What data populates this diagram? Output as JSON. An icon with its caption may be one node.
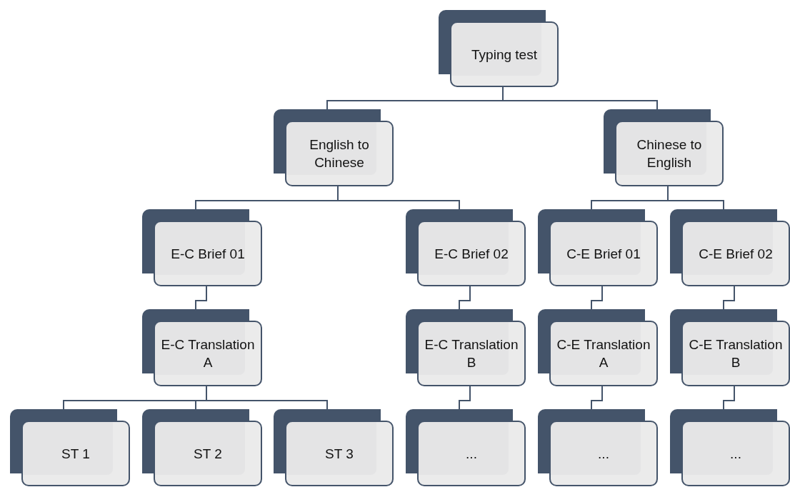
{
  "diagram": {
    "nodes": [
      {
        "text": [
          "Typing test"
        ]
      },
      {
        "text": [
          "English to Chinese"
        ]
      },
      {
        "text": [
          "Chinese to English"
        ]
      },
      {
        "text": [
          "E-C Brief 01"
        ]
      },
      {
        "text": [
          "E-C Brief 02"
        ]
      },
      {
        "text": [
          "C-E Brief 01"
        ]
      },
      {
        "text": [
          "C-E Brief 02"
        ]
      },
      {
        "text": [
          "E-C Translation A"
        ]
      },
      {
        "text": [
          "E-C Translation B"
        ]
      },
      {
        "text": [
          "C-E Translation A"
        ]
      },
      {
        "text": [
          "C-E Translation B"
        ]
      },
      {
        "text": [
          "ST 1"
        ]
      },
      {
        "text": [
          "ST 2"
        ]
      },
      {
        "text": [
          "ST 3"
        ]
      },
      {
        "text": [
          "..."
        ]
      },
      {
        "text": [
          "..."
        ]
      },
      {
        "text": [
          "..."
        ]
      }
    ],
    "edges": [
      {
        "from": 0,
        "to": 1,
        "arrow": "none"
      },
      {
        "from": 0,
        "to": 2,
        "arrow": "none"
      },
      {
        "from": 1,
        "to": 3,
        "arrow": "none"
      },
      {
        "from": 1,
        "to": 4,
        "arrow": "none"
      },
      {
        "from": 2,
        "to": 5,
        "arrow": "none"
      },
      {
        "from": 2,
        "to": 6,
        "arrow": "none"
      },
      {
        "from": 3,
        "to": 7,
        "arrow": "none"
      },
      {
        "from": 4,
        "to": 8,
        "arrow": "none"
      },
      {
        "from": 5,
        "to": 9,
        "arrow": "none"
      },
      {
        "from": 6,
        "to": 10,
        "arrow": "none"
      },
      {
        "from": 7,
        "to": 11,
        "arrow": "none"
      },
      {
        "from": 7,
        "to": 12,
        "arrow": "none"
      },
      {
        "from": 7,
        "to": 13,
        "arrow": "none"
      },
      {
        "from": 8,
        "to": 14,
        "arrow": "none"
      },
      {
        "from": 9,
        "to": 15,
        "arrow": "none"
      },
      {
        "from": 10,
        "to": 16,
        "arrow": "none"
      }
    ]
  }
}
